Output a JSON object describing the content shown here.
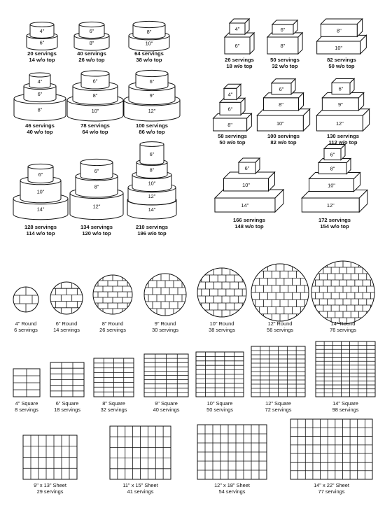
{
  "round_tiers": [
    {
      "tiers": [
        "4\"",
        "6\""
      ],
      "servings": "20 servings",
      "wo_top": "14 w/o top"
    },
    {
      "tiers": [
        "6\"",
        "8\""
      ],
      "servings": "40 servings",
      "wo_top": "26 w/o top"
    },
    {
      "tiers": [
        "8\"",
        "10\""
      ],
      "servings": "64 servings",
      "wo_top": "38 w/o top"
    },
    {
      "tiers": [
        "4\"",
        "6\"",
        "8\""
      ],
      "servings": "46 servings",
      "wo_top": "40 w/o top"
    },
    {
      "tiers": [
        "6\"",
        "8\"",
        "10\""
      ],
      "servings": "78 servings",
      "wo_top": "64 w/o top"
    },
    {
      "tiers": [
        "6\"",
        "9\"",
        "12\""
      ],
      "servings": "100 servings",
      "wo_top": "86 w/o top"
    },
    {
      "tiers": [
        "6\"",
        "10\"",
        "14\""
      ],
      "servings": "128 servings",
      "wo_top": "114 w/o top"
    },
    {
      "tiers": [
        "6\"",
        "8\"",
        "12\""
      ],
      "servings": "134 servings",
      "wo_top": "120 w/o top"
    },
    {
      "tiers": [
        "6\"",
        "8\"",
        "10\"",
        "12\"",
        "14\""
      ],
      "servings": "210 servings",
      "wo_top": "196 w/o top"
    }
  ],
  "square_tiers": [
    {
      "tiers": [
        "4\"",
        "6\""
      ],
      "servings": "26 servings",
      "wo_top": "18 w/o top"
    },
    {
      "tiers": [
        "6\"",
        "8\""
      ],
      "servings": "50 servings",
      "wo_top": "32 w/o top"
    },
    {
      "tiers": [
        "8\"",
        "10\""
      ],
      "servings": "82 servings",
      "wo_top": "50 w/o top"
    },
    {
      "tiers": [
        "4\"",
        "6\"",
        "8\""
      ],
      "servings": "58 servings",
      "wo_top": "50 w/o top"
    },
    {
      "tiers": [
        "6\"",
        "8\"",
        "10\""
      ],
      "servings": "100 servings",
      "wo_top": "82 w/o top"
    },
    {
      "tiers": [
        "6\"",
        "9\"",
        "12\""
      ],
      "servings": "130 servings",
      "wo_top": "112 w/o top"
    },
    {
      "tiers": [
        "6\"",
        "10\"",
        "14\""
      ],
      "servings": "166 servings",
      "wo_top": "148 w/o top"
    },
    {
      "tiers": [
        "6\"",
        "8\"",
        "10\"",
        "12\""
      ],
      "servings": "172 servings",
      "wo_top": "154 w/o top"
    }
  ],
  "round_cuts": [
    {
      "name": "4\" Round",
      "servings": "6 servings"
    },
    {
      "name": "6\" Round",
      "servings": "14 servings"
    },
    {
      "name": "8\" Round",
      "servings": "26 servings"
    },
    {
      "name": "9\" Round",
      "servings": "30 servings"
    },
    {
      "name": "10\" Round",
      "servings": "38 servings"
    },
    {
      "name": "12\" Round",
      "servings": "56 servings"
    },
    {
      "name": "14\" Round",
      "servings": "76 servings"
    }
  ],
  "square_cuts": [
    {
      "name": "4\" Square",
      "servings": "8 servings"
    },
    {
      "name": "6\" Square",
      "servings": "18 servings"
    },
    {
      "name": "8\" Square",
      "servings": "32 servings"
    },
    {
      "name": "9\" Square",
      "servings": "40 servings"
    },
    {
      "name": "10\" Square",
      "servings": "50 servings"
    },
    {
      "name": "12\" Square",
      "servings": "72 servings"
    },
    {
      "name": "14\" Square",
      "servings": "98 servings"
    }
  ],
  "sheet_cuts": [
    {
      "name": "9\" x 13\" Sheet",
      "servings": "29 servings"
    },
    {
      "name": "11\" x 15\" Sheet",
      "servings": "41 servings"
    },
    {
      "name": "12\" x 18\" Sheet",
      "servings": "54 servings"
    },
    {
      "name": "14\" x 22\" Sheet",
      "servings": "77 servings"
    }
  ]
}
